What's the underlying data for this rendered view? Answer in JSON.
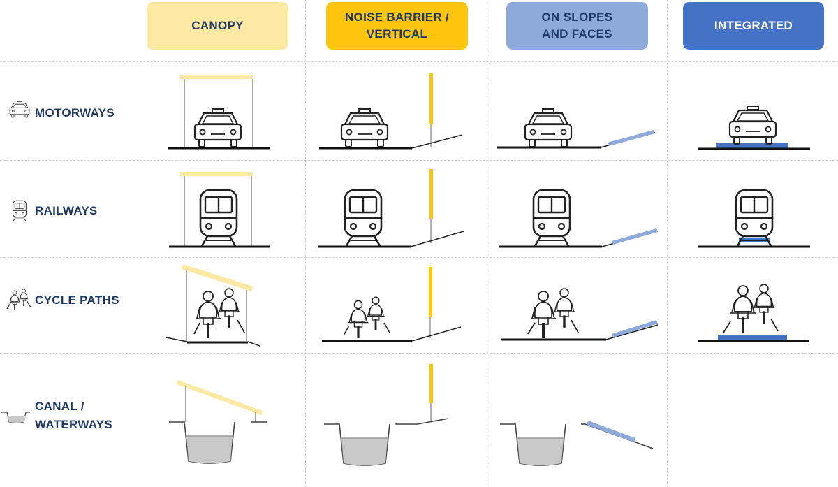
{
  "columns": [
    {
      "label": "CANOPY",
      "color": "#fde9a3",
      "text_color": "#1f3a68"
    },
    {
      "label": "NOISE BARRIER /\nVERTICAL",
      "color": "#fec40e",
      "text_color": "#1f3a68"
    },
    {
      "label": "ON SLOPES\nAND FACES",
      "color": "#8eaadb",
      "text_color": "#1f3a68"
    },
    {
      "label": "INTEGRATED",
      "color": "#4472c4",
      "text_color": "#ffffff"
    }
  ],
  "rows": [
    {
      "label": "MOTORWAYS",
      "icon": "car-icon"
    },
    {
      "label": "RAILWAYS",
      "icon": "train-icon"
    },
    {
      "label": "CYCLE PATHS",
      "icon": "cyclists-icon"
    },
    {
      "label": "CANAL /\nWATERWAYS",
      "icon": "canal-icon"
    }
  ],
  "colors": {
    "canopy_panel": "#fde9a3",
    "barrier_panel": "#fec40e",
    "slope_panel": "#8eaadb",
    "integrated_panel": "#4472c4",
    "label_navy": "#1f3a68",
    "water_fill": "#c9c9c9"
  }
}
